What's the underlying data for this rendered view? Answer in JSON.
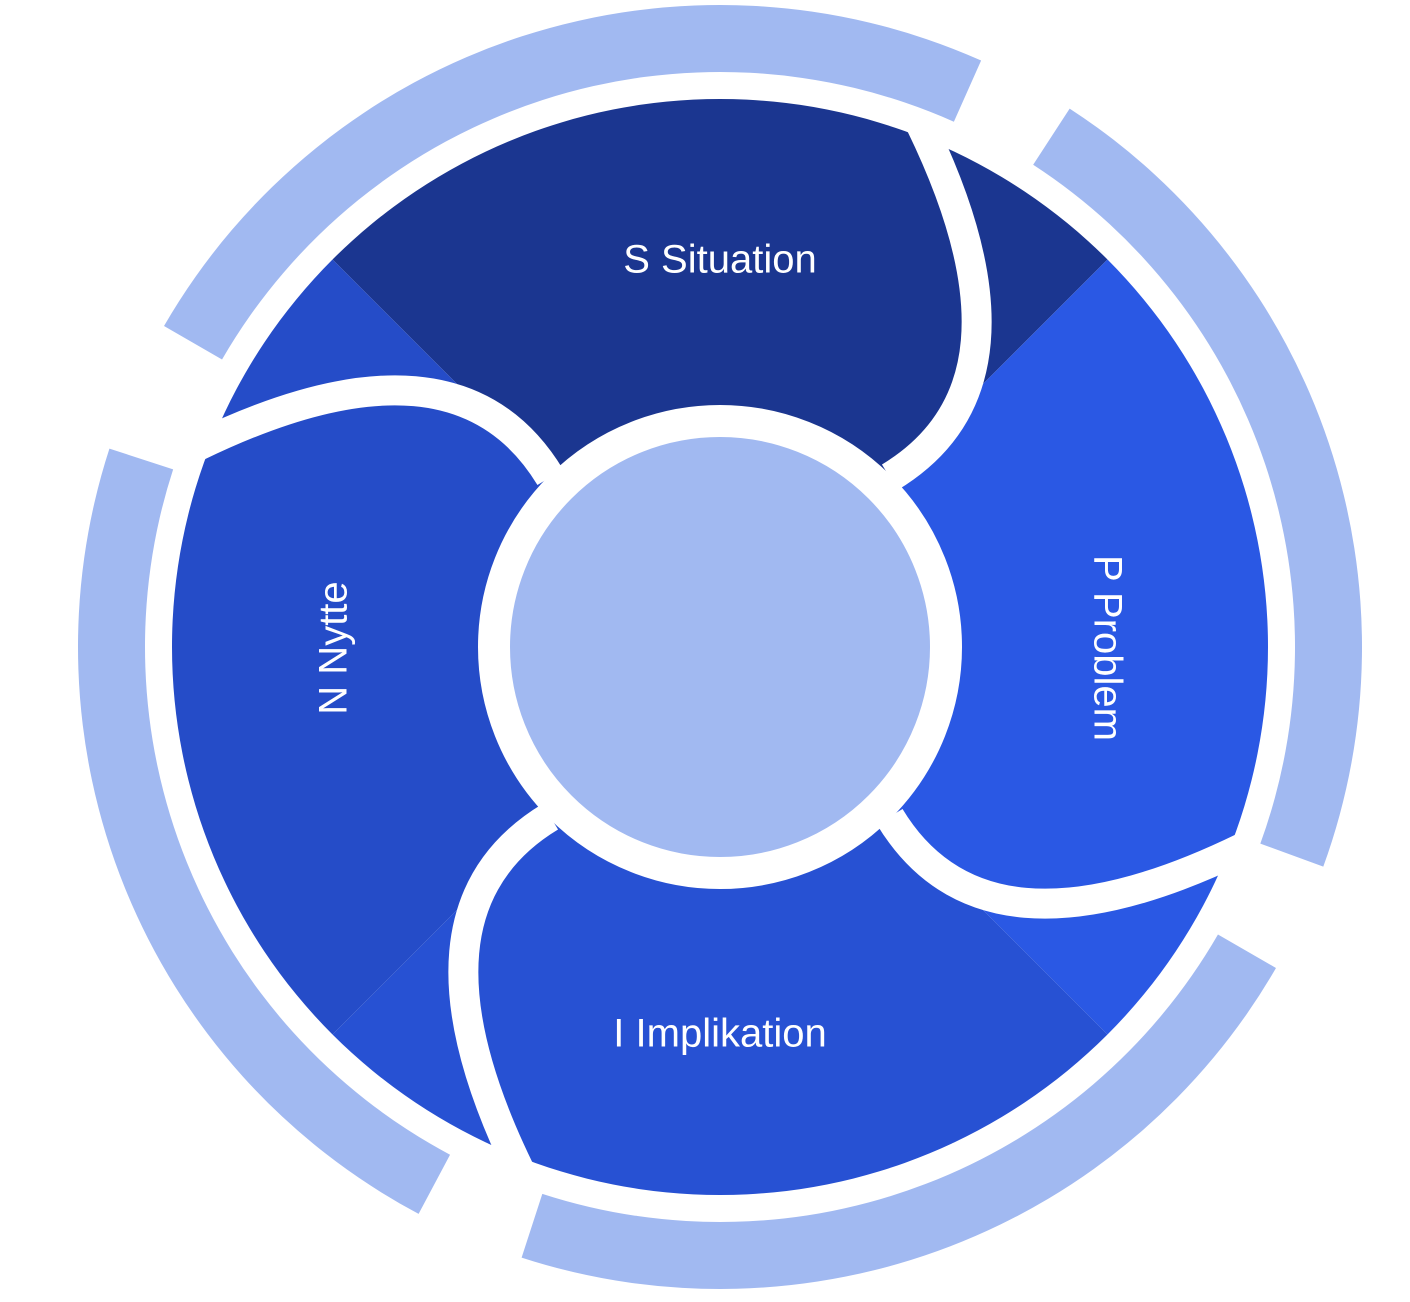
{
  "diagram": {
    "colors": {
      "outer_ring": "#A1B9F1",
      "center": "#A1B9F1",
      "gap": "#FFFFFF",
      "label": "#FFFFFF"
    },
    "segments": [
      {
        "id": "situation",
        "label": "S Situation",
        "color": "#1B3690"
      },
      {
        "id": "problem",
        "label": "P Problem",
        "color": "#2A58E4"
      },
      {
        "id": "implikation",
        "label": "I Implikation",
        "color": "#2751D3"
      },
      {
        "id": "nytte",
        "label": "N Nytte",
        "color": "#254CC8"
      }
    ]
  }
}
